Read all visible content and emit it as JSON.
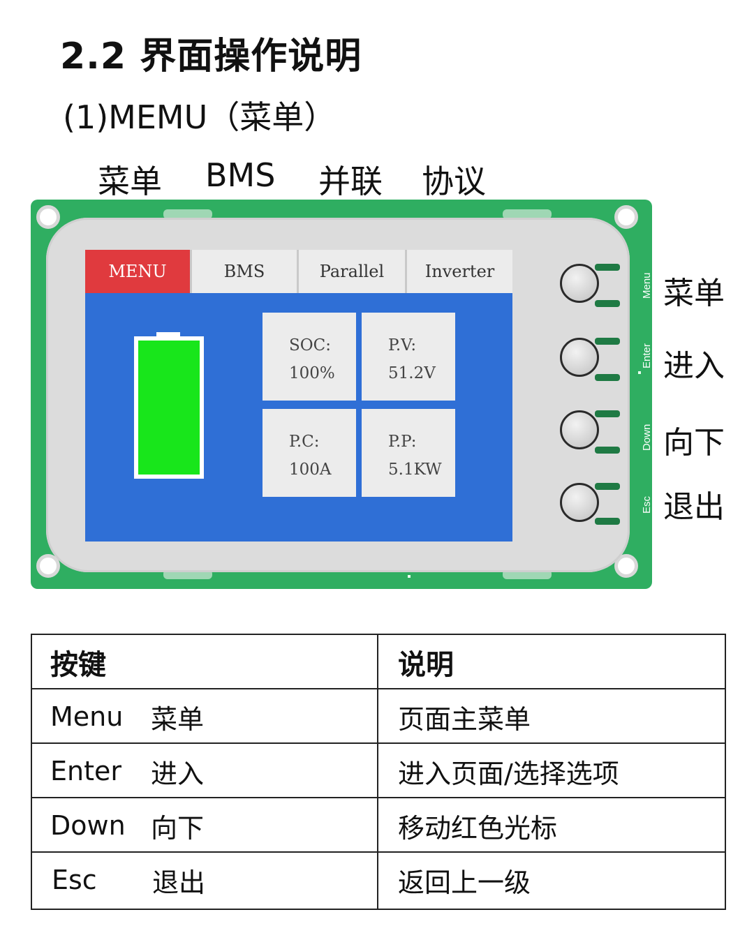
{
  "heading": "2.2 界面操作说明",
  "subheading": "(1)MEMU（菜单）",
  "top_labels": [
    "菜单",
    "BMS",
    "并联",
    "协议"
  ],
  "screen": {
    "tabs": [
      "MENU",
      "BMS",
      "Parallel",
      "Inverter"
    ],
    "active_tab": "MENU",
    "battery_level": 1.0,
    "cards": [
      {
        "key": "SOC:",
        "value": "100%"
      },
      {
        "key": "P.V:",
        "value": "51.2V"
      },
      {
        "key": "P.C:",
        "value": "100A"
      },
      {
        "key": "P.P:",
        "value": "5.1KW"
      }
    ]
  },
  "buttons": [
    {
      "silk": "Menu",
      "label": "菜单"
    },
    {
      "silk": "Enter",
      "label": "进入"
    },
    {
      "silk": "Down",
      "label": "向下"
    },
    {
      "silk": "Esc",
      "label": "退出"
    }
  ],
  "table": {
    "headers": [
      "按键",
      "说明"
    ],
    "rows": [
      {
        "key_en": "Menu",
        "key_cn": "菜单",
        "desc": "页面主菜单"
      },
      {
        "key_en": "Enter",
        "key_cn": "进入",
        "desc": "进入页面/选择选项"
      },
      {
        "key_en": "Down",
        "key_cn": "向下",
        "desc": "移动红色光标"
      },
      {
        "key_en": "Esc",
        "key_cn": "退出",
        "desc": "返回上一级"
      }
    ]
  },
  "colors": {
    "pcb": "#2fae61",
    "screen": "#2f6fd6",
    "active_tab": "#e03a3e",
    "battery_fill": "#18e61b"
  }
}
